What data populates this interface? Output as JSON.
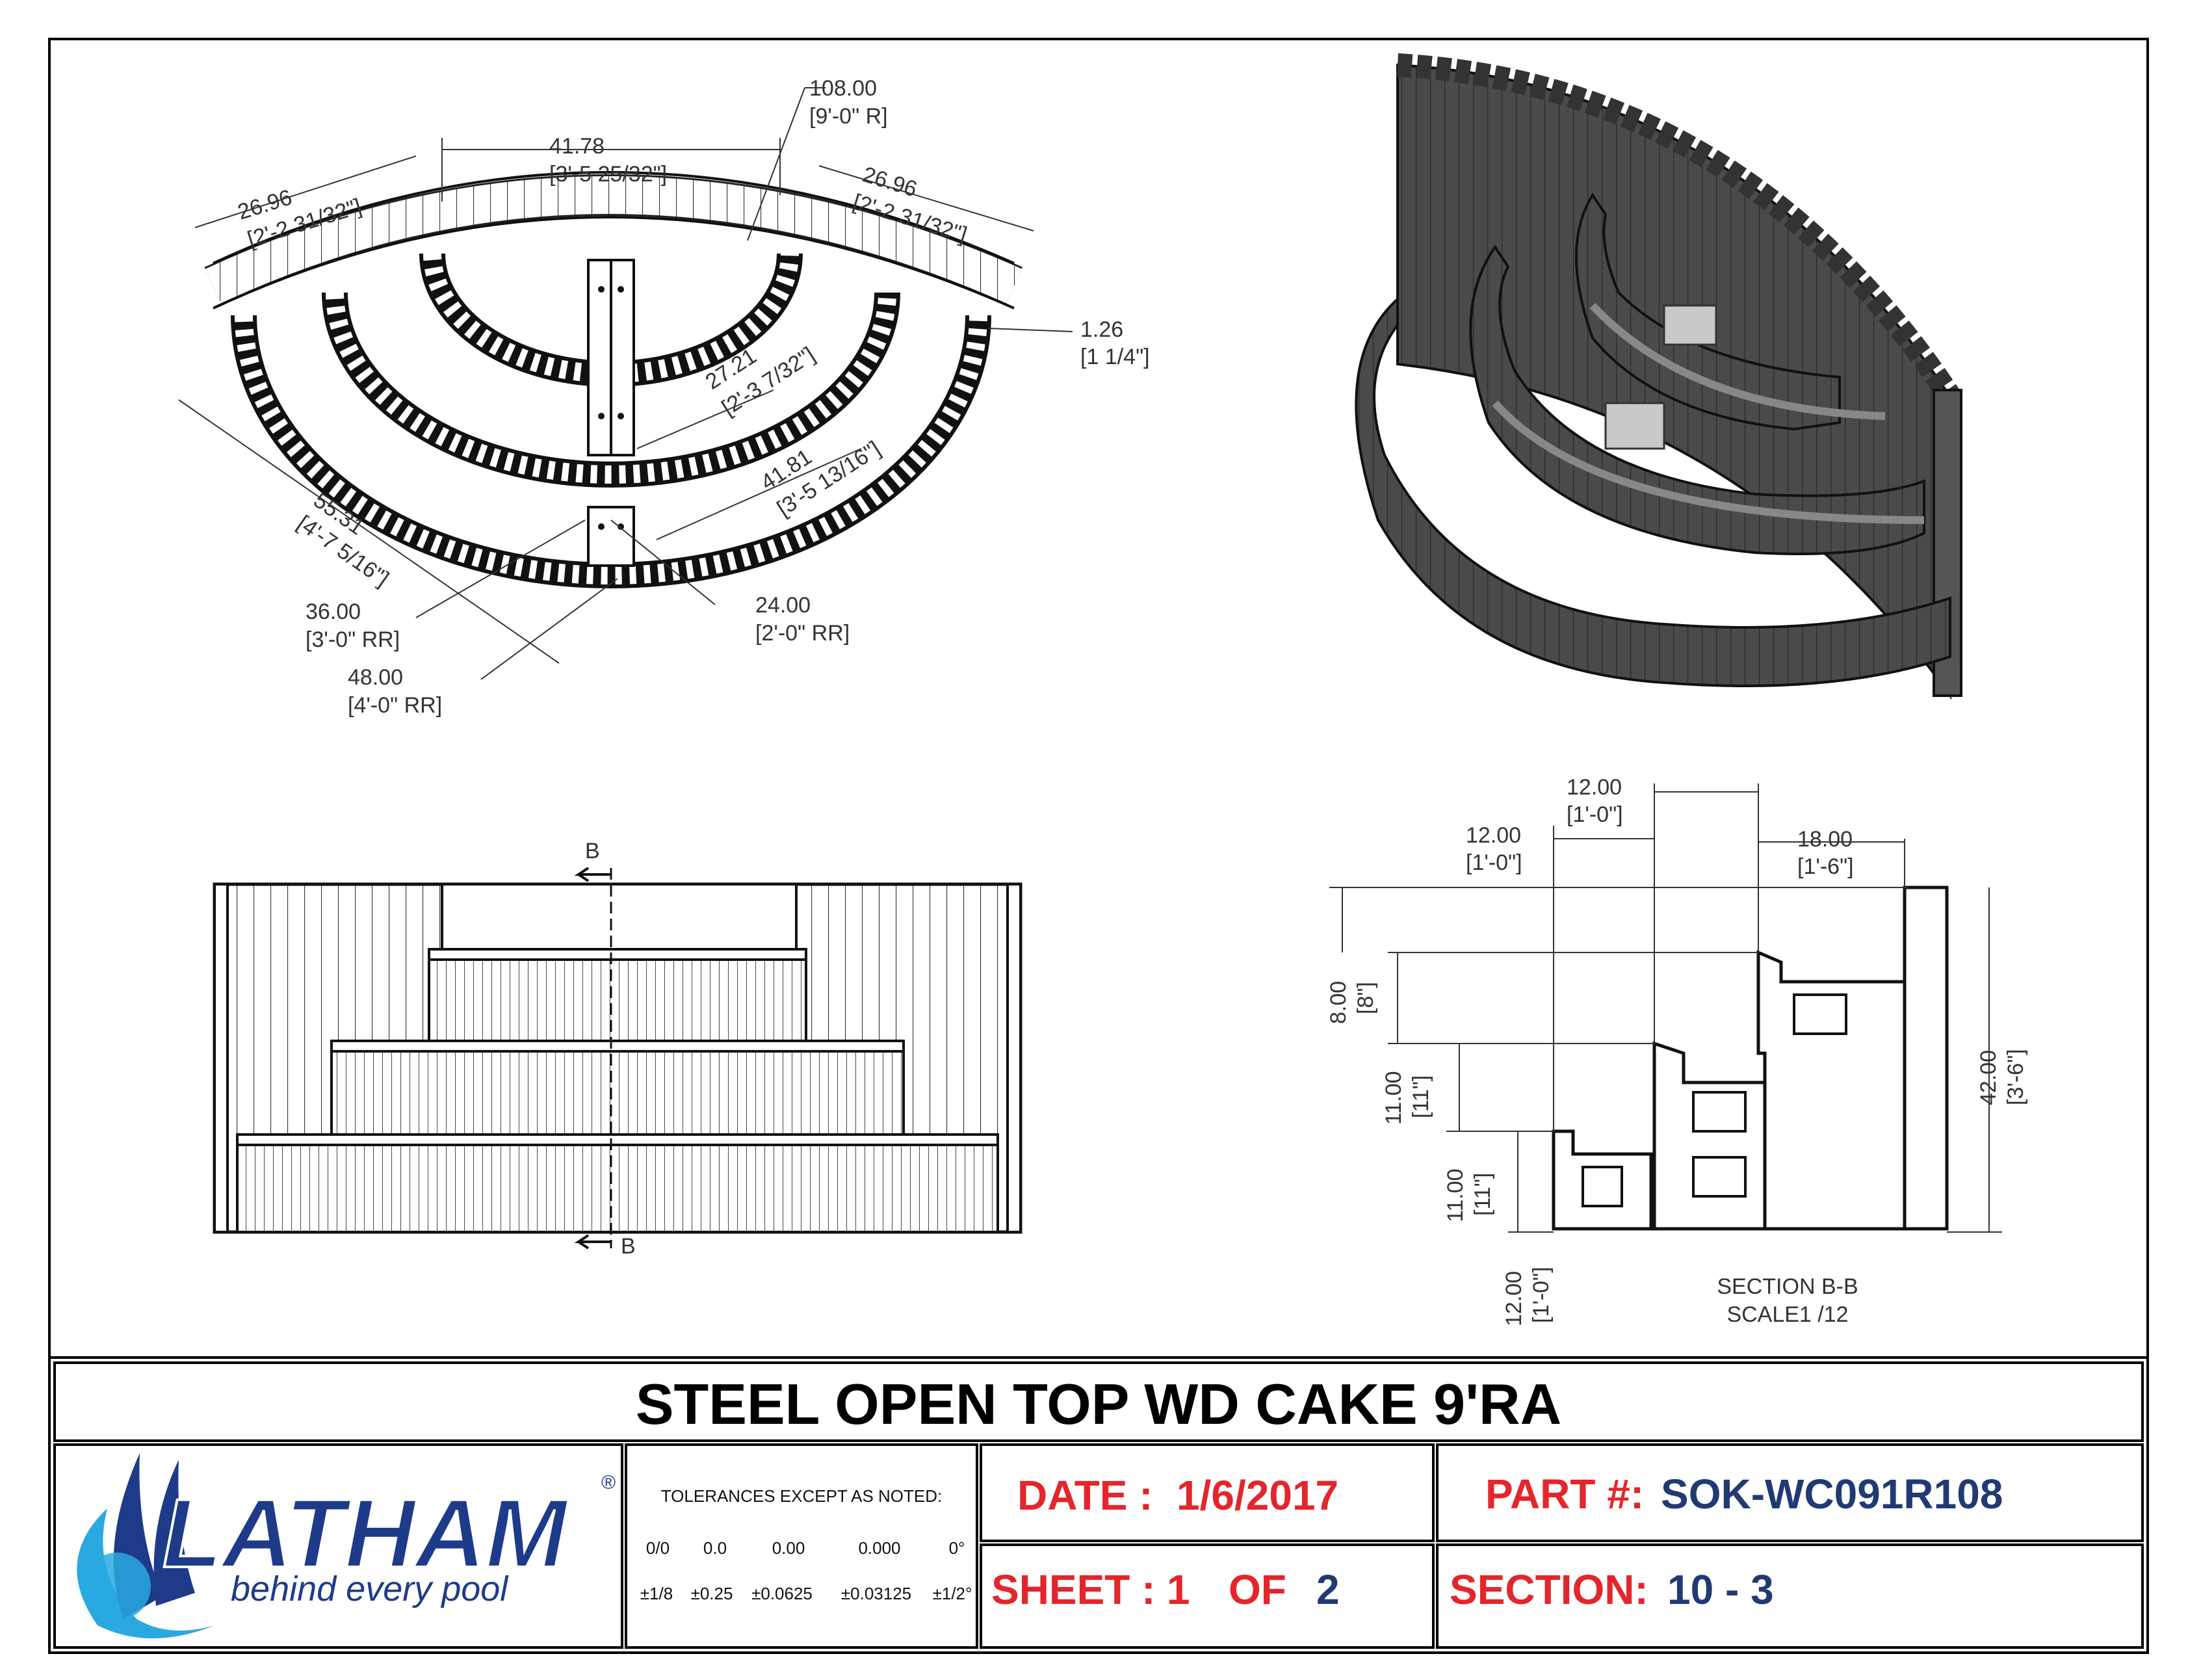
{
  "colors": {
    "label_red": "#e3262b",
    "label_blue": "#223a73",
    "brand_blue": "#1e3b8a",
    "brand_cyan": "#29a9e0",
    "steel": "#4a4a4a"
  },
  "plan_view": {
    "dims": [
      {
        "value": "108.00",
        "imperial": "[9'-0\" R]"
      },
      {
        "value": "41.78",
        "imperial": "[3'-5 25/32\"]"
      },
      {
        "value": "26.96",
        "imperial": "[2'-2 31/32\"]"
      },
      {
        "value": "26.96",
        "imperial": "[2'-2 31/32\"]"
      },
      {
        "value": "1.26",
        "imperial": "[1 1/4\"]"
      },
      {
        "value": "27.21",
        "imperial": "[2'-3 7/32\"]"
      },
      {
        "value": "41.81",
        "imperial": "[3'-5 13/16\"]"
      },
      {
        "value": "55.31",
        "imperial": "[4'-7 5/16\"]"
      },
      {
        "value": "36.00",
        "imperial": "[3'-0\" RR]"
      },
      {
        "value": "24.00",
        "imperial": "[2'-0\" RR]"
      },
      {
        "value": "48.00",
        "imperial": "[4'-0\" RR]"
      }
    ]
  },
  "front_view": {
    "section_mark_top": "B",
    "section_mark_bottom": "B"
  },
  "section_view": {
    "dims": [
      {
        "value": "12.00",
        "imperial": "[1'-0\"]"
      },
      {
        "value": "12.00",
        "imperial": "[1'-0\"]"
      },
      {
        "value": "18.00",
        "imperial": "[1'-6\"]"
      },
      {
        "value": "8.00",
        "imperial": "[8\"]"
      },
      {
        "value": "11.00",
        "imperial": "[11\"]"
      },
      {
        "value": "11.00",
        "imperial": "[11\"]"
      },
      {
        "value": "12.00",
        "imperial": "[1'-0\"]"
      },
      {
        "value": "42.00",
        "imperial": "[3'-6\"]"
      }
    ],
    "label": "SECTION B-B",
    "scale": "SCALE1 /12"
  },
  "title_block": {
    "title": "STEEL OPEN TOP WD CAKE  9'RA",
    "logo_name": "LATHAM",
    "logo_reg": "®",
    "logo_tagline": "behind every pool",
    "tolerances_header": "TOLERANCES EXCEPT AS NOTED:",
    "tolerance_formats": [
      "0/0",
      "0.0",
      "0.00",
      "0.000",
      "0°"
    ],
    "tolerance_values": [
      "±1/8",
      "±0.25",
      "±0.0625",
      "±0.03125",
      "±1/2°"
    ],
    "date_label": "DATE :",
    "date_value": "1/6/2017",
    "part_label": "PART #:",
    "part_value": "SOK-WC091R108",
    "sheet_label": "SHEET :",
    "sheet_value": "1",
    "sheet_of_label": "OF",
    "sheet_total": "2",
    "section_label": "SECTION:",
    "section_value": "10 - 3"
  }
}
